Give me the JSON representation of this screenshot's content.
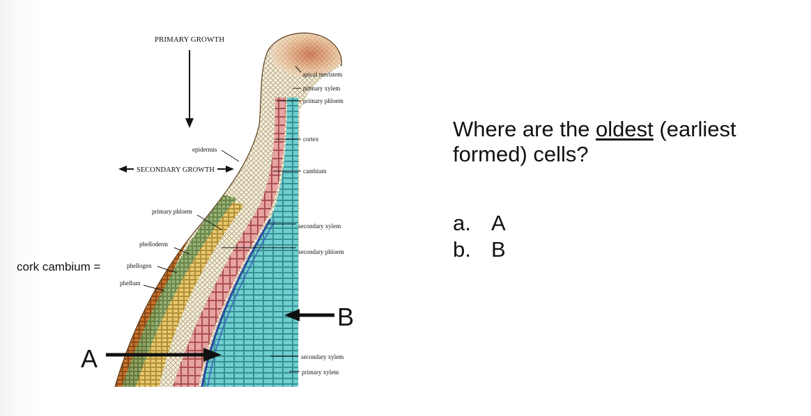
{
  "diagram": {
    "title": "PRIMARY GROWTH",
    "secondary_growth_label": "SECONDARY GROWTH",
    "labels_right": [
      "apical meristem",
      "primary xylem",
      "primary phloem",
      "cortex",
      "cambium",
      "secondary xylem",
      "secondary phloem",
      "secondary xylem",
      "primary xylem"
    ],
    "labels_left": [
      "epidermis",
      "primary phloem",
      "phelloderm",
      "phellogen",
      "phellum"
    ],
    "cork_cambium_label": "cork cambium =",
    "marker_a": "A",
    "marker_b": "B"
  },
  "question": {
    "before": "Where are the ",
    "emphasis": "oldest",
    "after": " (earliest formed) cells?"
  },
  "options": [
    {
      "letter": "a.",
      "text": "A"
    },
    {
      "letter": "b.",
      "text": "B"
    }
  ]
}
